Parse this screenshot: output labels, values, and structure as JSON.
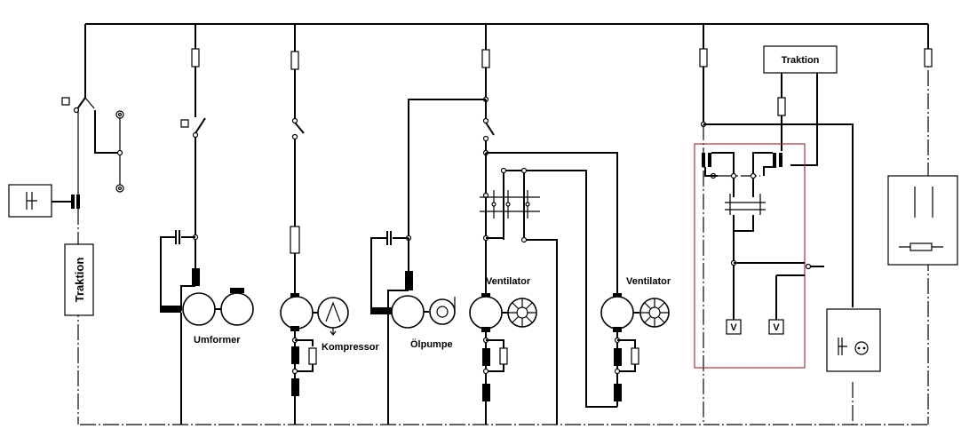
{
  "labels": {
    "traktion_left": "Traktion",
    "traktion_top": "Traktion",
    "umformer": "Umformer",
    "kompressor": "Kompressor",
    "oelpumpe": "Ölpumpe",
    "ventilator_1": "Ventilator",
    "ventilator_2": "Ventilator",
    "voltmeter_1": "V",
    "voltmeter_2": "V"
  },
  "colors": {
    "line": "#000000",
    "control_box": "#a0343a",
    "background": "#ffffff"
  }
}
